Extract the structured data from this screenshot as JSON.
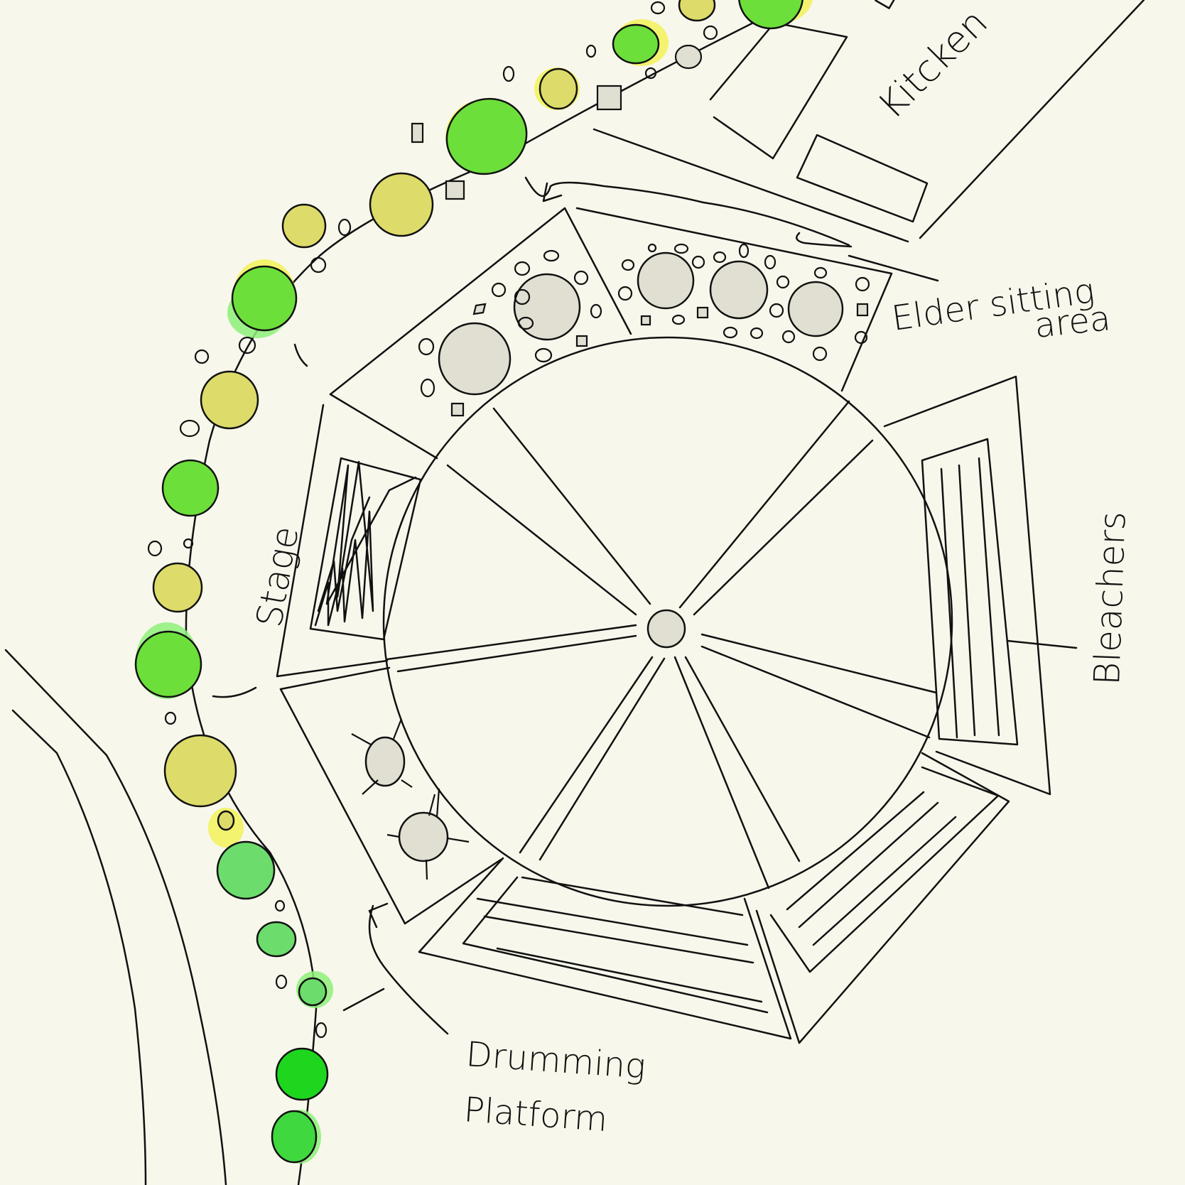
{
  "labels": {
    "kitchen": "Kitcken",
    "elder_line1": "Elder sitting",
    "elder_line2": "area",
    "stage": "Stage",
    "bleachers": "Bleachers",
    "drumming_line1": "Drumming",
    "drumming_line2": "Platform"
  },
  "colors": {
    "background": "#f7f7ec",
    "ink": "#111111",
    "seat_fill": "#e0dfd2",
    "tree_green": "#6ddf3a",
    "tree_bright_green": "#1fd61f",
    "tree_soft_green": "#6cdc6c",
    "tree_yellow": "#dddc6a",
    "halo_yellow": "#f2f25a",
    "halo_green": "#8ef07a"
  },
  "icons": {
    "tree": "tree-canopy-icon",
    "seat": "elder-seat-icon",
    "drum": "drum-icon",
    "center": "center-fire-icon"
  }
}
